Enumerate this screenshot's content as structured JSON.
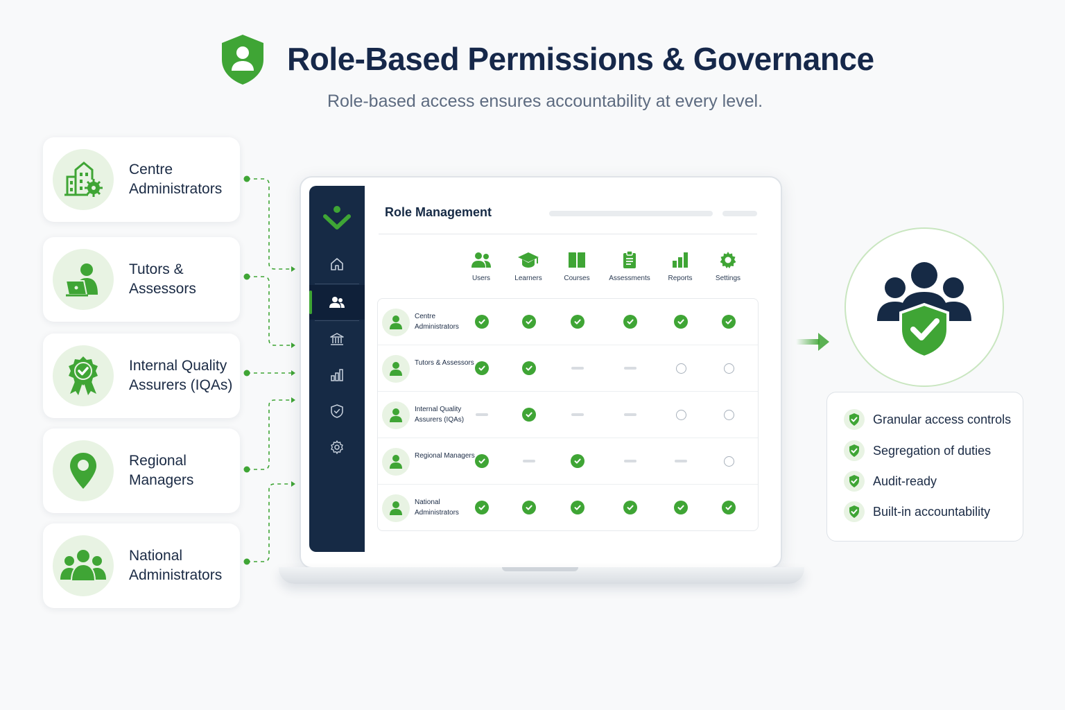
{
  "header": {
    "title": "Role-Based Permissions & Governance",
    "subtitle": "Role-based access ensures accountability at every level.",
    "icon": "shield-user-icon"
  },
  "colors": {
    "brand_green": "#3fa535",
    "navy": "#162a45",
    "light_green": "#e8f3e3",
    "muted_gray": "#d8dce1"
  },
  "roles": [
    {
      "label": "Centre Administrators",
      "icon": "building-gear-icon"
    },
    {
      "label": "Tutors & Assessors",
      "icon": "tutor-laptop-icon"
    },
    {
      "label": "Internal Quality Assurers (IQAs)",
      "icon": "award-badge-icon"
    },
    {
      "label": "Regional Managers",
      "icon": "map-pin-icon"
    },
    {
      "label": "National Administrators",
      "icon": "group-icon"
    }
  ],
  "app": {
    "panel_title": "Role Management",
    "sidebar": [
      {
        "icon": "home-icon",
        "active": false
      },
      {
        "icon": "users-icon",
        "active": true
      },
      {
        "icon": "institution-icon",
        "active": false
      },
      {
        "icon": "bar-chart-icon",
        "active": false
      },
      {
        "icon": "shield-check-icon",
        "active": false
      },
      {
        "icon": "settings-icon",
        "active": false
      }
    ],
    "columns": [
      {
        "label": "Users",
        "icon": "users-icon"
      },
      {
        "label": "Learners",
        "icon": "graduation-cap-icon"
      },
      {
        "label": "Courses",
        "icon": "book-icon"
      },
      {
        "label": "Assessments",
        "icon": "clipboard-icon"
      },
      {
        "label": "Reports",
        "icon": "bar-chart-icon"
      },
      {
        "label": "Settings",
        "icon": "gear-icon"
      }
    ],
    "rows": [
      {
        "name": "Centre Administrators",
        "perms": [
          "full",
          "full",
          "full",
          "full",
          "full",
          "full"
        ]
      },
      {
        "name": "Tutors & Assessors",
        "perms": [
          "full",
          "full",
          "none",
          "none",
          "view",
          "view"
        ]
      },
      {
        "name": "Internal Quality Assurers (IQAs)",
        "perms": [
          "none",
          "full",
          "none",
          "none",
          "view",
          "view"
        ]
      },
      {
        "name": "Regional Managers",
        "perms": [
          "full",
          "none",
          "full",
          "none",
          "none",
          "view"
        ]
      },
      {
        "name": "National Administrators",
        "perms": [
          "full",
          "full",
          "full",
          "full",
          "full",
          "full"
        ]
      }
    ]
  },
  "benefits": [
    {
      "label": "Granular access controls",
      "icon": "shield-check-icon"
    },
    {
      "label": "Segregation of duties",
      "icon": "shield-check-icon"
    },
    {
      "label": "Audit-ready",
      "icon": "shield-check-icon"
    },
    {
      "label": "Built-in accountability",
      "icon": "shield-check-icon"
    }
  ]
}
